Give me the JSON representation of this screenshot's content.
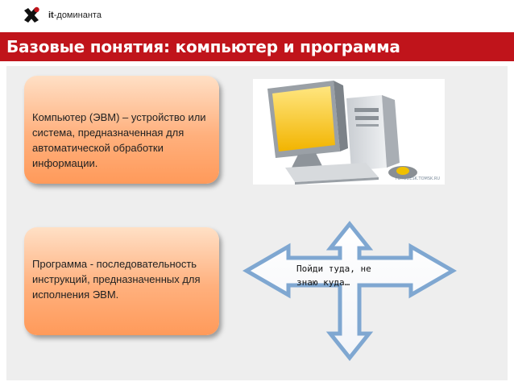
{
  "logo": {
    "brand_bold": "it",
    "brand_rest": "-доминанта"
  },
  "slide": {
    "title": "Базовые понятия: компьютер и программа"
  },
  "card_computer": {
    "text": "Компьютер (ЭВМ) – устройство или система, предназначенная для автоматической обработки информации."
  },
  "card_program": {
    "text": "Программа - последовательность инструкций, предназначенных для исполнения ЭВМ."
  },
  "image_computer": {
    "watermark": "FOTODESK.TOMSK.RU"
  },
  "arrow": {
    "text": "Пойди туда, не знаю куда…"
  },
  "colors": {
    "brand_red": "#c0141b",
    "card_gradient_top": "#ffe0c6",
    "card_gradient_bottom": "#ff9a5a",
    "arrow_fill": "#7fa7d1"
  }
}
